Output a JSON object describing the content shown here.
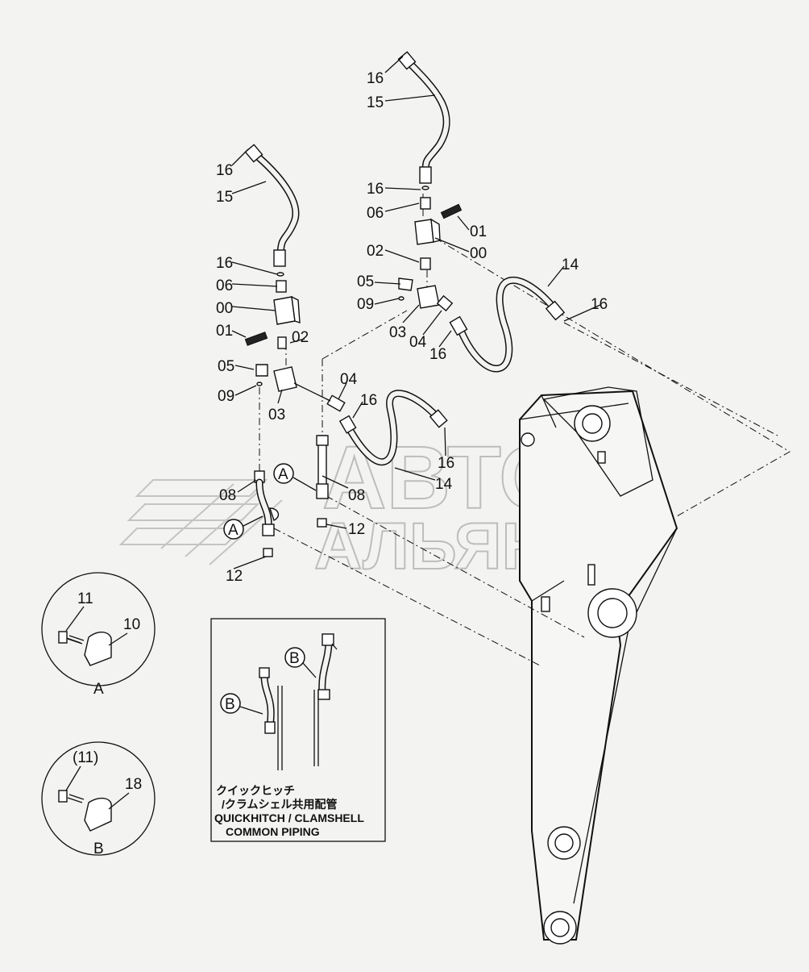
{
  "watermark": {
    "line1": "АВТО",
    "line2": "АЛЬЯНС"
  },
  "inset": {
    "title_jp_1": "クイックヒッチ",
    "title_jp_2": "/クラムシェル共用配管",
    "title_en_1": "QUICKHITCH / CLAMSHELL",
    "title_en_2": "COMMON PIPING"
  },
  "detail_a": {
    "caption": "A",
    "labels": [
      "11",
      "10"
    ]
  },
  "detail_b": {
    "caption": "B",
    "labels": [
      "(11)",
      "18"
    ]
  },
  "callouts": {
    "a": "A",
    "b": "B"
  },
  "part_labels": {
    "left": [
      "16",
      "15",
      "16",
      "06",
      "00",
      "01",
      "02",
      "05",
      "09",
      "03",
      "04",
      "16",
      "16",
      "14",
      "08",
      "08",
      "12",
      "12"
    ],
    "right": [
      "16",
      "15",
      "16",
      "06",
      "01",
      "00",
      "02",
      "05",
      "09",
      "03",
      "04",
      "16",
      "14",
      "16"
    ]
  }
}
